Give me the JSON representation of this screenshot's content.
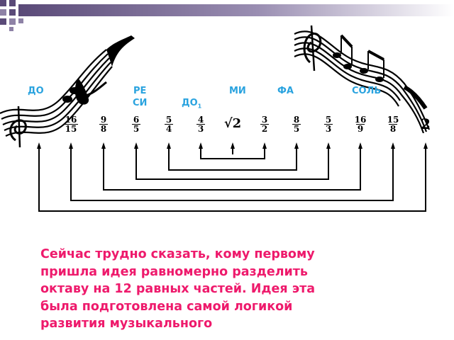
{
  "notes": {
    "do": "ДО",
    "re": "РЕ",
    "mi": "МИ",
    "fa": "ФА",
    "sol": "СОЛЬ",
    "si": "СИ",
    "do1": "ДО",
    "do1_sub": "1"
  },
  "ratios": [
    {
      "num": "16",
      "den": "15"
    },
    {
      "num": "9",
      "den": "8"
    },
    {
      "num": "6",
      "den": "5"
    },
    {
      "num": "5",
      "den": "4"
    },
    {
      "num": "4",
      "den": "3"
    },
    {
      "sqrt": "√2"
    },
    {
      "num": "3",
      "den": "2"
    },
    {
      "num": "8",
      "den": "5"
    },
    {
      "num": "5",
      "den": "3"
    },
    {
      "num": "16",
      "den": "9"
    },
    {
      "num": "15",
      "den": "8"
    },
    {
      "whole": "2"
    }
  ],
  "paragraph": "Сейчас трудно сказать, кому первому\nпришла идея равномерно разделить\nоктаву на 12 равных частей. Идея эта\nбыла подготовлена самой логикой\nразвития музыкального",
  "colors": {
    "accent_note": "#2aa3df",
    "body_text": "#ee1a6c",
    "bar": "#6b5b86",
    "lines": "#000000"
  },
  "icons": {
    "left_decoration": "music-staff-scroll-icon",
    "right_decoration": "music-staff-scroll-icon",
    "corner": "checker-squares-icon"
  }
}
